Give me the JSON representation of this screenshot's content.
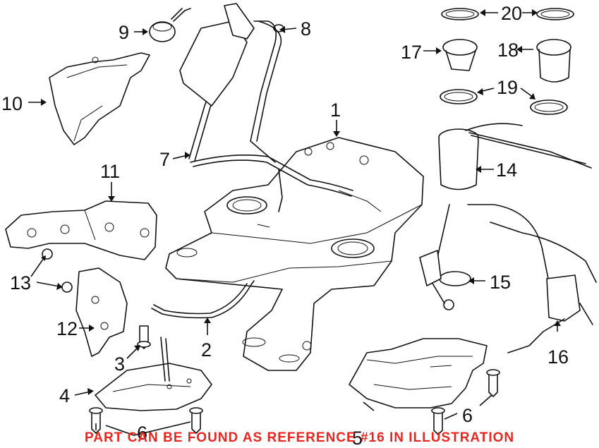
{
  "diagram": {
    "callouts": [
      {
        "id": "1",
        "text": "1"
      },
      {
        "id": "2",
        "text": "2"
      },
      {
        "id": "3",
        "text": "3"
      },
      {
        "id": "4",
        "text": "4"
      },
      {
        "id": "5",
        "text": "5"
      },
      {
        "id": "6a",
        "text": "6"
      },
      {
        "id": "6b",
        "text": "6"
      },
      {
        "id": "7",
        "text": "7"
      },
      {
        "id": "8",
        "text": "8"
      },
      {
        "id": "9",
        "text": "9"
      },
      {
        "id": "10",
        "text": "10"
      },
      {
        "id": "11",
        "text": "11"
      },
      {
        "id": "12",
        "text": "12"
      },
      {
        "id": "13",
        "text": "13"
      },
      {
        "id": "14",
        "text": "14"
      },
      {
        "id": "15",
        "text": "15"
      },
      {
        "id": "16",
        "text": "16"
      },
      {
        "id": "17",
        "text": "17"
      },
      {
        "id": "18",
        "text": "18"
      },
      {
        "id": "19",
        "text": "19"
      },
      {
        "id": "20",
        "text": "20"
      }
    ],
    "banner": "PART CAN BE FOUND AS REFERENCE #16 IN ILLUSTRATION",
    "colors": {
      "line": "#111111",
      "banner": "#e8251f",
      "background": "#ffffff"
    }
  }
}
